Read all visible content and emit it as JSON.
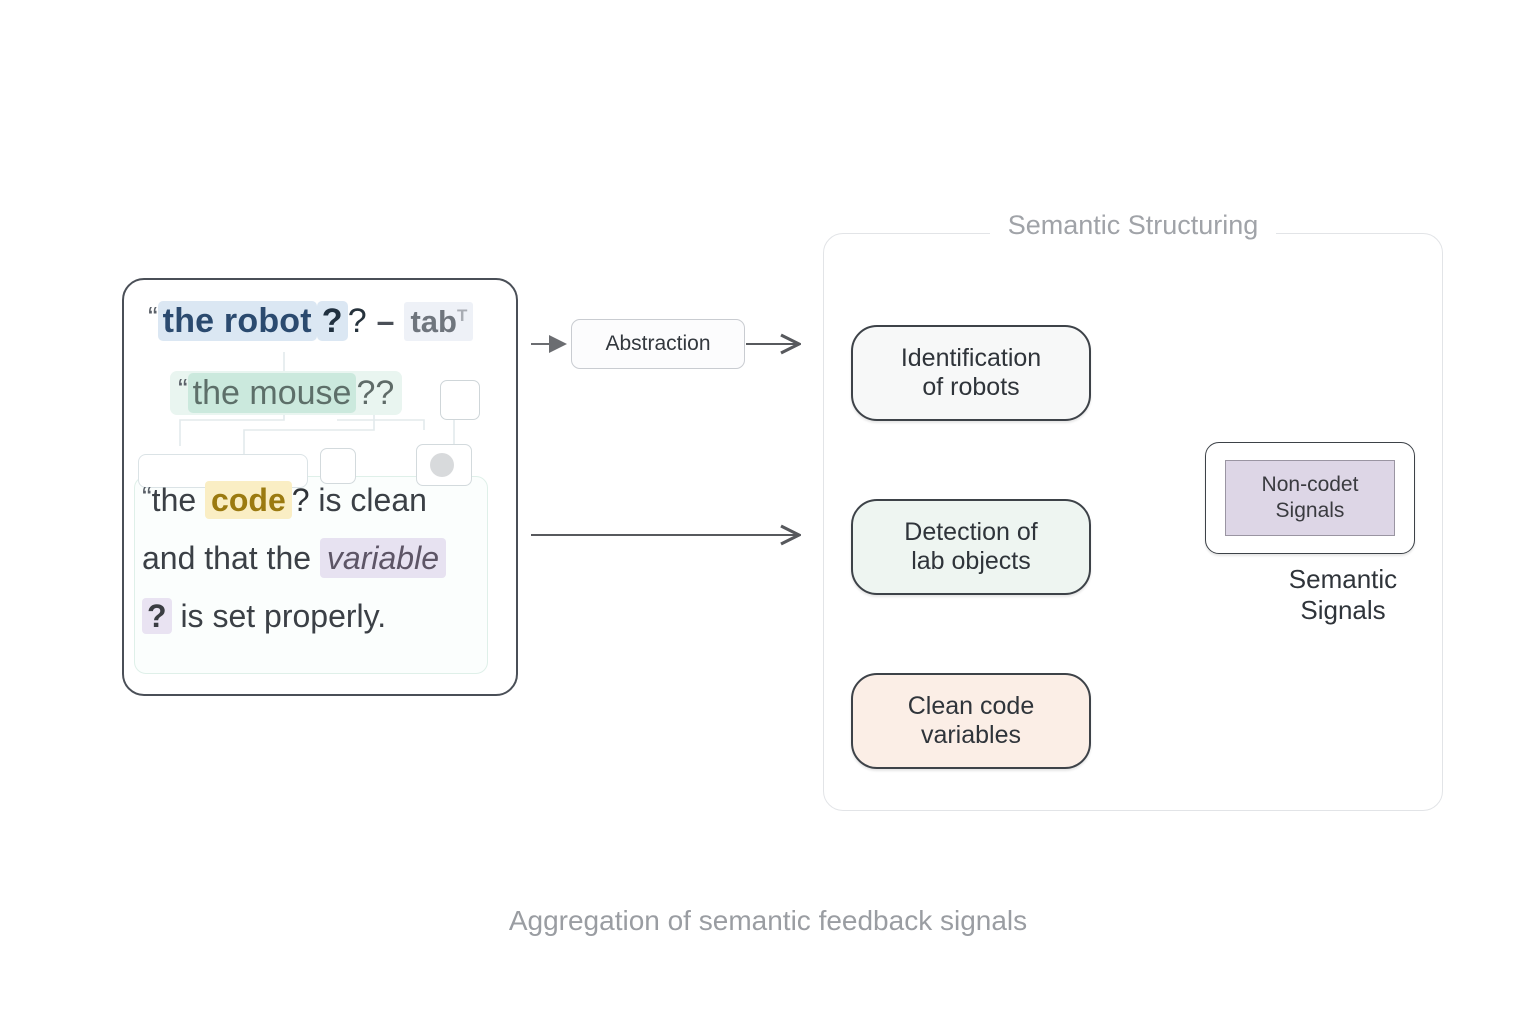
{
  "caption": "Aggregation of semantic feedback signals",
  "feedback_panel": {
    "name": "feedback-quotes-panel",
    "line_robot": {
      "open_quote": "“",
      "highlight": "the robot",
      "q_inside": "?",
      "q_outside": "?",
      "dash": "–",
      "token": "tab",
      "token_sup": "T"
    },
    "line_mouse": {
      "open_quote": "“",
      "highlight": "the mouse",
      "q1": "?",
      "q2": "?"
    },
    "code_lines": {
      "row1_open_quote": "“",
      "row1_pre": "the ",
      "row1_highlight": "code",
      "row1_q": "?",
      "row1_post": " is clean",
      "row2_pre": "and that the ",
      "row2_highlight": "variable",
      "row3_q": "?",
      "row3_post": " is set properly."
    }
  },
  "middle": {
    "abstraction_label": "Abstraction"
  },
  "semantic_panel": {
    "title": "Semantic Structuring",
    "boxes": [
      {
        "id": "identification",
        "label": "Identification\nof robots",
        "line1": "Identification",
        "line2": "of robots",
        "color": "#f7f8f8"
      },
      {
        "id": "detection",
        "label": "Detection of lab objects",
        "line1": "Detection of",
        "line2": "lab objects",
        "color": "#eef5f1"
      },
      {
        "id": "cleancode",
        "label": "Clean code variables",
        "line1": "Clean code",
        "line2": "variables",
        "color": "#fbeee6"
      }
    ],
    "noncode_box": {
      "line1": "Non-codet",
      "line2": "Signals",
      "fill": "#ddd6e6"
    },
    "semantic_signals": {
      "line1": "Semantic",
      "line2": "Signals"
    }
  },
  "colors": {
    "robot_highlight": "#dbe7f3",
    "robot_text": "#2b4a6f",
    "mouse_highlight": "#cbe9dd",
    "mouse_text": "#5d6f69",
    "code_highlight": "#faeec4",
    "code_text": "#9b7a10",
    "variable_highlight": "#e7e2f1",
    "variable_text": "#5d5566",
    "panel_border": "#4a4f57",
    "stroke": "#57595d",
    "caption_text": "#9a9da2"
  }
}
